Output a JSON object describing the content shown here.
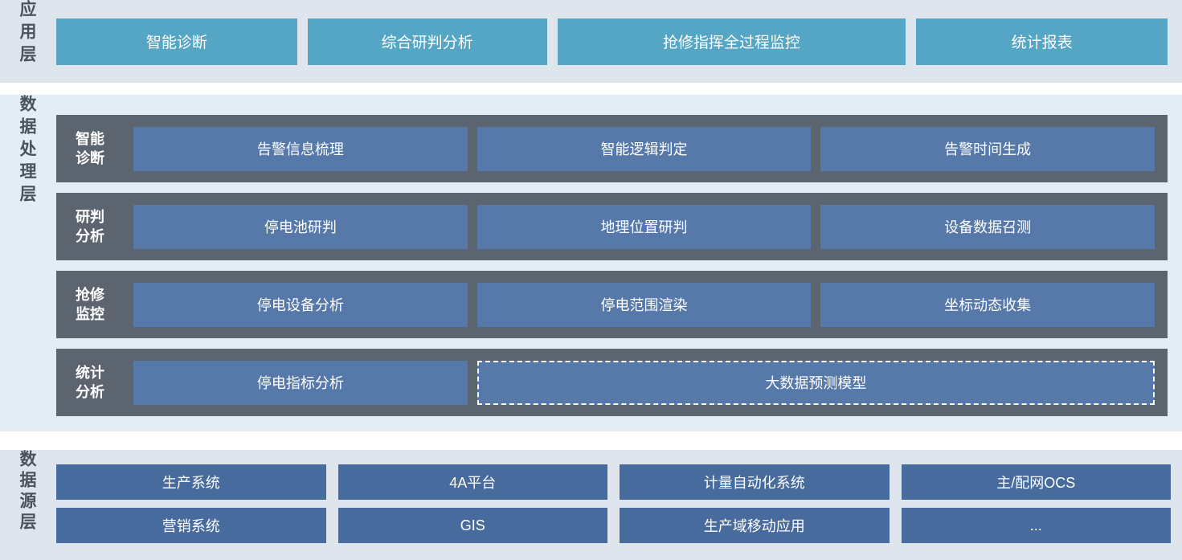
{
  "colors": {
    "app_band_bg": "#dfe5ec",
    "mid_band_bg": "#e3eef4",
    "src_band_bg": "#dfe5ec",
    "app_button": "#55a5c5",
    "row_bar": "#5c6470",
    "proc_box": "#5679aa",
    "src_box": "#476b9d",
    "side_label_text": "#4a525e",
    "box_text": "#ffffff"
  },
  "app_layer": {
    "label": "应用层",
    "items": [
      "智能诊断",
      "综合研判分析",
      "抢修指挥全过程监控",
      "统计报表"
    ]
  },
  "processing_layer": {
    "label": "数据处理层",
    "rows": [
      {
        "label": "智能诊断",
        "items": [
          "告警信息梳理",
          "智能逻辑判定",
          "告警时间生成"
        ]
      },
      {
        "label": "研判分析",
        "items": [
          "停电池研判",
          "地理位置研判",
          "设备数据召测"
        ]
      },
      {
        "label": "抢修监控",
        "items": [
          "停电设备分析",
          "停电范围渲染",
          "坐标动态收集"
        ]
      },
      {
        "label": "统计分析",
        "items": [
          "停电指标分析",
          "大数据预测模型"
        ]
      }
    ]
  },
  "source_layer": {
    "label": "数据源层",
    "rows": [
      [
        "生产系统",
        "4A平台",
        "计量自动化系统",
        "主/配网OCS"
      ],
      [
        "营销系统",
        "GIS",
        "生产域移动应用",
        "..."
      ]
    ]
  }
}
